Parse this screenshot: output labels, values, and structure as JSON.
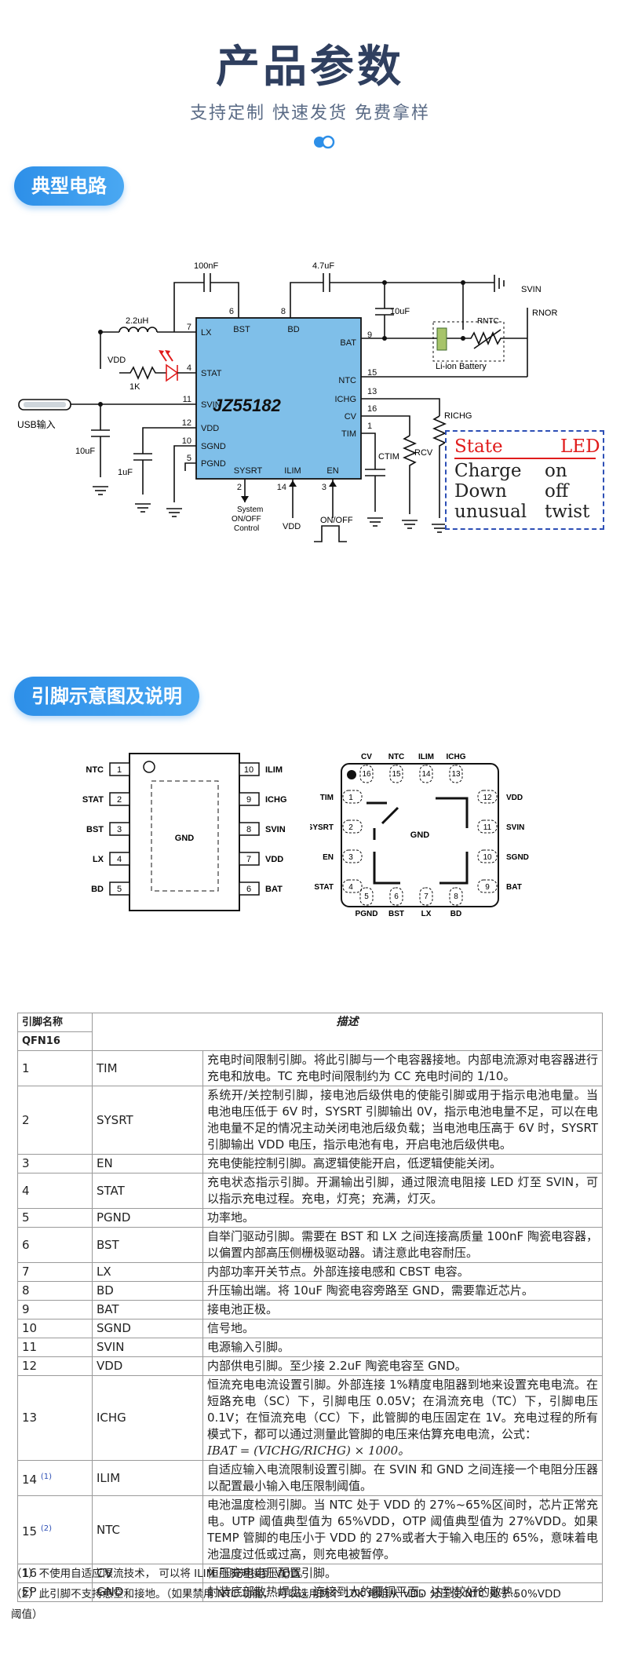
{
  "header": {
    "title": "产品参数",
    "subtitle": "支持定制 快速发货 免费拿样"
  },
  "sections": {
    "typical": "典型电路",
    "pins": "引脚示意图及说明"
  },
  "circuit": {
    "chip_name": "JZ55182",
    "cap_100nF": "100nF",
    "cap_47uF": "4.7uF",
    "cap_10uF_top": "10uF",
    "cap_10uF_left": "10uF",
    "cap_1uF": "1uF",
    "ind": "2.2uH",
    "vdd_left": "VDD",
    "res_1k": "1K",
    "usb": "USB输入",
    "svin": "SVIN",
    "rnor": "RNOR",
    "rntc": "RNTC",
    "battery": "Li-ion Battery",
    "richg": "RICHG",
    "rcv": "RCV",
    "ctim": "CTIM",
    "system_ctrl": [
      "System",
      "ON/OFF",
      "Control"
    ],
    "vdd_bottom": "VDD",
    "onoff": "ON/OFF",
    "left_pins": [
      {
        "name": "LX",
        "num": "7"
      },
      {
        "name": "STAT",
        "num": "4"
      },
      {
        "name": "SVIN",
        "num": "11"
      },
      {
        "name": "VDD",
        "num": "12"
      },
      {
        "name": "SGND",
        "num": "10"
      },
      {
        "name": "PGND",
        "num": "5"
      }
    ],
    "right_pins": [
      {
        "name": "BAT",
        "num": "9"
      },
      {
        "name": "NTC",
        "num": "15"
      },
      {
        "name": "ICHG",
        "num": "13"
      },
      {
        "name": "CV",
        "num": "16"
      },
      {
        "name": "TIM",
        "num": "1"
      }
    ],
    "top_pins": [
      {
        "name": "BST",
        "num": "6"
      },
      {
        "name": "BD",
        "num": "8"
      }
    ],
    "bottom_pins": [
      {
        "name": "SYSRT",
        "num": "2"
      },
      {
        "name": "ILIM",
        "num": "14"
      },
      {
        "name": "EN",
        "num": "3"
      }
    ]
  },
  "led_table": {
    "header": [
      "State",
      "LED"
    ],
    "rows": [
      [
        "Charge",
        "on"
      ],
      [
        "Down",
        "off"
      ],
      [
        "unusual",
        "twist"
      ]
    ]
  },
  "sop": {
    "left": [
      {
        "name": "NTC",
        "num": "1"
      },
      {
        "name": "STAT",
        "num": "2"
      },
      {
        "name": "BST",
        "num": "3"
      },
      {
        "name": "LX",
        "num": "4"
      },
      {
        "name": "BD",
        "num": "5"
      }
    ],
    "right": [
      {
        "name": "ILIM",
        "num": "10"
      },
      {
        "name": "ICHG",
        "num": "9"
      },
      {
        "name": "SVIN",
        "num": "8"
      },
      {
        "name": "VDD",
        "num": "7"
      },
      {
        "name": "BAT",
        "num": "6"
      }
    ],
    "center": "GND"
  },
  "qfn": {
    "top": [
      {
        "name": "CV",
        "num": "16"
      },
      {
        "name": "NTC",
        "num": "15"
      },
      {
        "name": "ILIM",
        "num": "14"
      },
      {
        "name": "ICHG",
        "num": "13"
      }
    ],
    "left": [
      {
        "name": "TIM",
        "num": "1"
      },
      {
        "name": "SYSRT",
        "num": "2"
      },
      {
        "name": "EN",
        "num": "3"
      },
      {
        "name": "STAT",
        "num": "4"
      }
    ],
    "right": [
      {
        "name": "VDD",
        "num": "12"
      },
      {
        "name": "SVIN",
        "num": "11"
      },
      {
        "name": "SGND",
        "num": "10"
      },
      {
        "name": "BAT",
        "num": "9"
      }
    ],
    "bottom": [
      {
        "name": "PGND",
        "num": "5"
      },
      {
        "name": "BST",
        "num": "6"
      },
      {
        "name": "LX",
        "num": "7"
      },
      {
        "name": "BD",
        "num": "8"
      }
    ],
    "center": "GND"
  },
  "pin_table": {
    "head_name": "引脚名称",
    "head_desc": "描述",
    "head_pkg": "QFN16",
    "rows": [
      {
        "num": "1",
        "name": "TIM",
        "desc": "充电时间限制引脚。将此引脚与一个电容器接地。内部电流源对电容器进行充电和放电。TC 充电时间限制约为 CC 充电时间的 1/10。"
      },
      {
        "num": "2",
        "name": "SYSRT",
        "desc": "系统开/关控制引脚，接电池后级供电的使能引脚或用于指示电池电量。当电池电压低于 6V 时，SYSRT 引脚输出 0V，指示电池电量不足，可以在电池电量不足的情况主动关闭电池后级负载；当电池电压高于 6V 时，SYSRT 引脚输出 VDD 电压，指示电池有电，开启电池后级供电。"
      },
      {
        "num": "3",
        "name": "EN",
        "desc": "充电使能控制引脚。高逻辑使能开启，低逻辑使能关闭。"
      },
      {
        "num": "4",
        "name": "STAT",
        "desc": "充电状态指示引脚。开漏输出引脚，通过限流电阻接 LED 灯至 SVIN，可以指示充电过程。充电，灯亮；充满，灯灭。"
      },
      {
        "num": "5",
        "name": "PGND",
        "desc": "功率地。"
      },
      {
        "num": "6",
        "name": "BST",
        "desc": "自举门驱动引脚。需要在 BST 和 LX 之间连接高质量 100nF 陶瓷电容器，以偏置内部高压侧栅极驱动器。请注意此电容耐压。"
      },
      {
        "num": "7",
        "name": "LX",
        "desc": "内部功率开关节点。外部连接电感和 CBST 电容。"
      },
      {
        "num": "8",
        "name": "BD",
        "desc": "升压输出端。将 10uF 陶瓷电容旁路至 GND，需要靠近芯片。"
      },
      {
        "num": "9",
        "name": "BAT",
        "desc": "接电池正极。"
      },
      {
        "num": "10",
        "name": "SGND",
        "desc": "信号地。"
      },
      {
        "num": "11",
        "name": "SVIN",
        "desc": "电源输入引脚。"
      },
      {
        "num": "12",
        "name": "VDD",
        "desc": "内部供电引脚。至少接 2.2uF 陶瓷电容至 GND。"
      },
      {
        "num": "13",
        "name": "ICHG",
        "desc": "恒流充电电流设置引脚。外部连接 1%精度电阻器到地来设置充电电流。在短路充电（SC）下，引脚电压 0.05V；在涓流充电（TC）下，引脚电压 0.1V；在恒流充电（CC）下，此管脚的电压固定在 1V。充电过程的所有模式下，都可以通过测量此管脚的电压来估算充电电流，公式：",
        "formula": "IBAT = (VICHG/RICHG) × 1000。"
      },
      {
        "num": "14",
        "sup": "(1)",
        "name": "ILIM",
        "desc": "自适应输入电流限制设置引脚。在 SVIN 和 GND 之间连接一个电阻分压器以配置最小输入电压限制阈值。"
      },
      {
        "num": "15",
        "sup": "(2)",
        "name": "NTC",
        "desc": "电池温度检测引脚。当 NTC 处于 VDD 的 27%~65%区间时，芯片正常充电。UTP 阈值典型值为 65%VDD，OTP 阈值典型值为 27%VDD。如果 TEMP 管脚的电压小于 VDD 的 27%或者大于输入电压的 65%，意味着电池温度过低或过高，则充电被暂停。"
      },
      {
        "num": "16",
        "name": "CV",
        "desc": "恒压充电电压配置引脚。"
      },
      {
        "num": "EP",
        "name": "GND",
        "desc": "封装底部散热焊盘，连接到大的覆铜平面，达到较好的散热。"
      }
    ]
  },
  "notes": [
    "（1）不使用自适应限流技术， 可以将 ILIM 引脚短接到 VDD。",
    "（2）此引脚不支持悬空和接地。（如果禁用 NTC 功能， 可以选用两个 10K 电阻从 VDD 分压使 NTC 处于 50%VDD",
    "阈值）"
  ],
  "colors": {
    "accent": "#2d8fe8",
    "chip": "#7fbfe9",
    "title": "#2f3f5f",
    "led_red": "#e01b1b",
    "led_border": "#2d4fb5"
  }
}
